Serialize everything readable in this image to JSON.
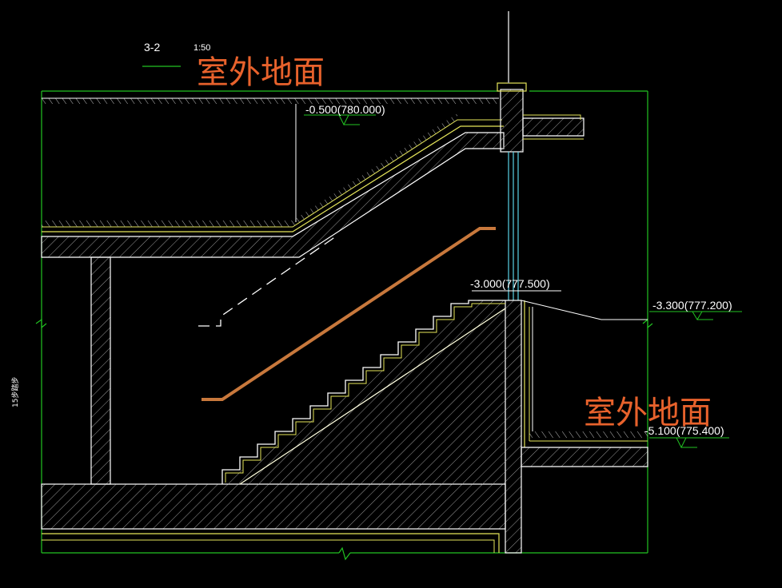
{
  "colors": {
    "background": "#000000",
    "concrete_outline": "#ffffff",
    "finish_line": "#e6e65a",
    "grid_line": "#22c322",
    "glass": "#5ad2e6",
    "handrail": "#c8783c",
    "annotation_red": "#e8622c",
    "hatch": "#a0a0a0"
  },
  "drawing": {
    "section_number": "3-2",
    "scale": "1:50",
    "outdoor_ground_label_top": "室外地面",
    "outdoor_ground_label_right": "室外地面",
    "vertical_note": "15步踏步",
    "elevations": [
      {
        "id": "elev-top",
        "text": "-0.500(780.000)"
      },
      {
        "id": "elev-landing",
        "text": "-3.000(777.500)"
      },
      {
        "id": "elev-right",
        "text": "-3.300(777.200)"
      },
      {
        "id": "elev-bottom",
        "text": "-5.100(775.400)"
      }
    ]
  }
}
